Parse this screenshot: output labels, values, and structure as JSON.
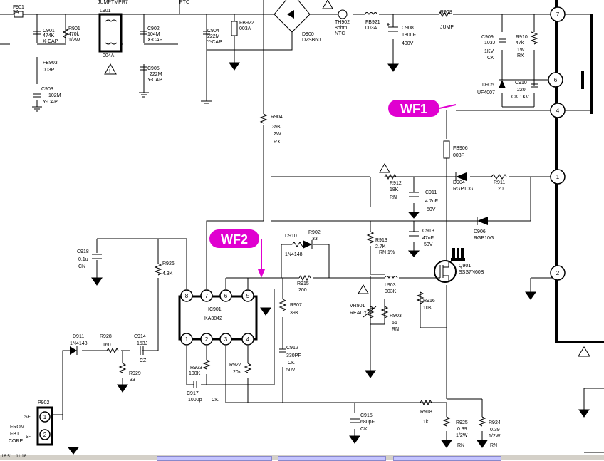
{
  "labels": {
    "f901": "F901",
    "f901_val": "5A",
    "c901": "C901",
    "c901_v1": "474K",
    "c901_v2": "X-CAP",
    "r901": "R901",
    "r901_v1": "470k",
    "r901_v2": "1/2W",
    "l901": "L901",
    "l901_top": "JUMPTMPR7",
    "l901_v": "004A",
    "c902": "C902",
    "c902_v1": "104M",
    "c902_v2": "X-CAP",
    "c905": "C905",
    "c905_v1": "222M",
    "c905_v2": "Y-CAP",
    "c904": "C904",
    "c904_v1": "222M",
    "c904_v2": "Y-CAP",
    "fb902": "FB922",
    "fb902_v": "003A",
    "d900": "D900",
    "d900_v": "D2SB60",
    "th902": "TH902",
    "th902_v1": "8ohm",
    "th902_v2": "NTC",
    "fb921": "FB921",
    "fb921_v": "003A",
    "c908": "C908",
    "c908_v1": "180uF",
    "c908_v2": "400V",
    "r908": "R908",
    "r908_v": "JUMP",
    "c909": "C909",
    "c909_v1": "103J",
    "c909_v2": "1KV",
    "c909_v3": "CK",
    "r910": "R910",
    "r910_v1": "47k",
    "r910_v2": "1W",
    "r910_v3": "RX",
    "d905": "D905",
    "d905_v": "UF4007",
    "c910": "C910",
    "c910_v1": "220",
    "c910_v2": "CK 1KV",
    "fb903": "FB903",
    "fb903_v": "003P",
    "c903": "C903",
    "c903_v1": "102M",
    "c903_v2": "Y-CAP",
    "r904": "R904",
    "r904_v1": "39K",
    "r904_v2": "2W",
    "r904_v3": "RX",
    "fb906": "FB906",
    "fb906_v": "003P",
    "r912": "R912",
    "r912_v1": "18K",
    "r912_v2": "RN",
    "c911": "C911",
    "c911_v1": "4.7uF",
    "c911_v2": "50V",
    "d904": "D904",
    "d904_v": "RGP10G",
    "r911": "R911",
    "r911_v": "20",
    "d906": "D906",
    "d906_v": "RGP10G",
    "c913": "C913",
    "c913_v1": "47uF",
    "c913_v2": "50V",
    "d910": "D910",
    "d910_v": "1N4148",
    "r902": "R902",
    "r902_v": "33",
    "r913": "R913",
    "r913_v1": "2.7K",
    "r913_v2": "RN 1%",
    "c918": "C918",
    "c918_v1": "0.1u",
    "c918_v2": "CN",
    "r926": "R926",
    "r926_v": "4.3K",
    "r915": "R915",
    "r915_v": "200",
    "l903": "L903",
    "l903_v": "003K",
    "q901": "Q901",
    "q901_v": "SSS7N60B",
    "ic901": "IC901",
    "ic901_v": "KA3842",
    "r907": "R907",
    "r907_v": "39K",
    "vr901": "VR901",
    "vr901_v": "READY",
    "r903": "R903",
    "r903_v1": "56",
    "r903_v2": "RN",
    "r916": "R916",
    "r916_v": "10K",
    "d911": "D911",
    "d911_v": "1N4148",
    "r928": "R928",
    "r928_v": "160",
    "c914": "C914",
    "c914_v1": "153J",
    "c914_v2": "CZ",
    "r929": "R929",
    "r929_v": "33",
    "c912": "C912",
    "c912_v1": "330PF",
    "c912_v2": "CK",
    "c912_v3": "50V",
    "r923": "R923",
    "r923_v": "100K",
    "r927": "R927",
    "r927_v": "20k",
    "c917": "C917",
    "c917_v1": "1000p",
    "c917_v2": "CK",
    "c915": "C915",
    "c915_v1": "680pF",
    "c915_v2": "CK",
    "r918": "R918",
    "r918_v": "1k",
    "r925": "R925",
    "r925_v1": "0.39",
    "r925_v2": "1/2W",
    "r925_v3": "RN",
    "r924": "R924",
    "r924_v1": "0.39",
    "r924_v2": "1/2W",
    "r924_v3": "RN",
    "p902": "P902",
    "p902_splus": "S+",
    "p902_sminus": "S-",
    "p902_n1": "FROM",
    "p902_n2": "FBT",
    "p902_n3": "CORE",
    "ptc": "PTC"
  },
  "callouts": {
    "wf1": "WF1",
    "wf2": "WF2"
  },
  "transformer_pins": [
    "7",
    "6",
    "4",
    "1",
    "2"
  ],
  "ic_pins": [
    "8",
    "7",
    "6",
    "5",
    "1",
    "2",
    "3",
    "4"
  ],
  "p902_pins": [
    "1",
    "2"
  ],
  "taskbar": {
    "text": "16:51 · 11:18 i..."
  },
  "colors": {
    "callout": "#e000d0",
    "wire": "#000000"
  }
}
